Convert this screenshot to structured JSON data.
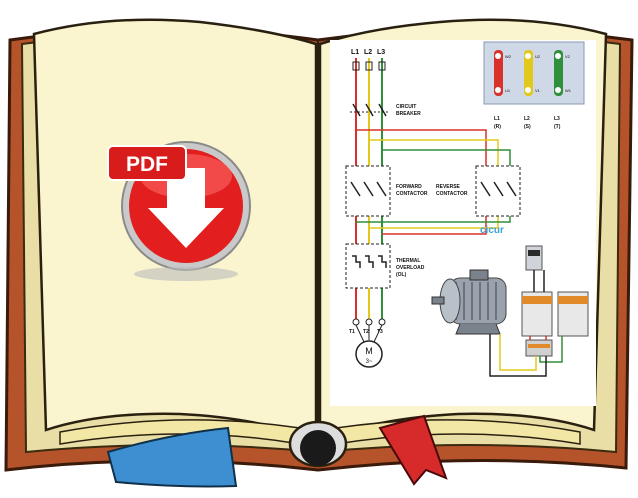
{
  "pdf_badge": {
    "label": "PDF"
  },
  "diagram": {
    "supply_lines": [
      "L1",
      "L2",
      "L3"
    ],
    "circuit_breaker": [
      "CIRCUIT",
      "BREAKER"
    ],
    "forward_contactor": [
      "FORWARD",
      "CONTACTOR"
    ],
    "reverse_contactor": [
      "REVERSE",
      "CONTACTOR"
    ],
    "overload": [
      "THERMAL",
      "OVERLOAD",
      "(OL)"
    ],
    "terminals": [
      "T1",
      "T2",
      "T3"
    ],
    "motor": {
      "symbol": "M",
      "phase": "3~"
    },
    "motor_leads": [
      {
        "line": "L1",
        "code": "(R)"
      },
      {
        "line": "L2",
        "code": "(S)"
      },
      {
        "line": "L3",
        "code": "(T)"
      }
    ],
    "terminal_box": {
      "top": [
        "W2",
        "U2",
        "V2"
      ],
      "bottom": [
        "U1",
        "V1",
        "W1"
      ]
    },
    "watermark": "cicur",
    "colors": {
      "red": "#d8302a",
      "yellow": "#e2c81a",
      "green": "#2f8f3a",
      "black": "#222222"
    }
  }
}
